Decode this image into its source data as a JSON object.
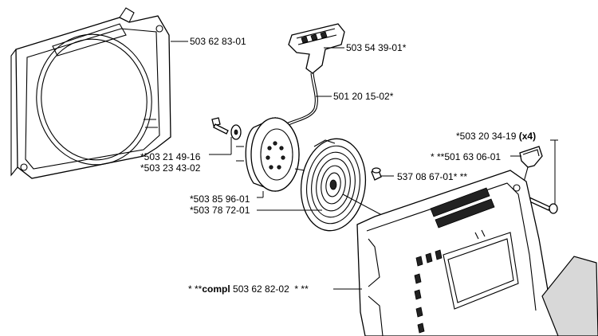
{
  "labels": {
    "p1": "503 62 83-01",
    "p2": "503 54 39-01*",
    "p3": "501 20 15-02*",
    "p4a": "*503 21 49-16",
    "p4b": "*503 23 43-02",
    "p5a": "*503 85 96-01",
    "p5b": "*503 78 72-01",
    "p6": "537 08 67-01* **",
    "p7_main": "*503 20 34-19 ",
    "p7_qty": "(x4)",
    "p8": "* **501 63 06-01",
    "p9_pre": "* **",
    "p9_bold": "compl",
    "p9_main": " 503 62 82-02",
    "p9_post": "  * **"
  }
}
